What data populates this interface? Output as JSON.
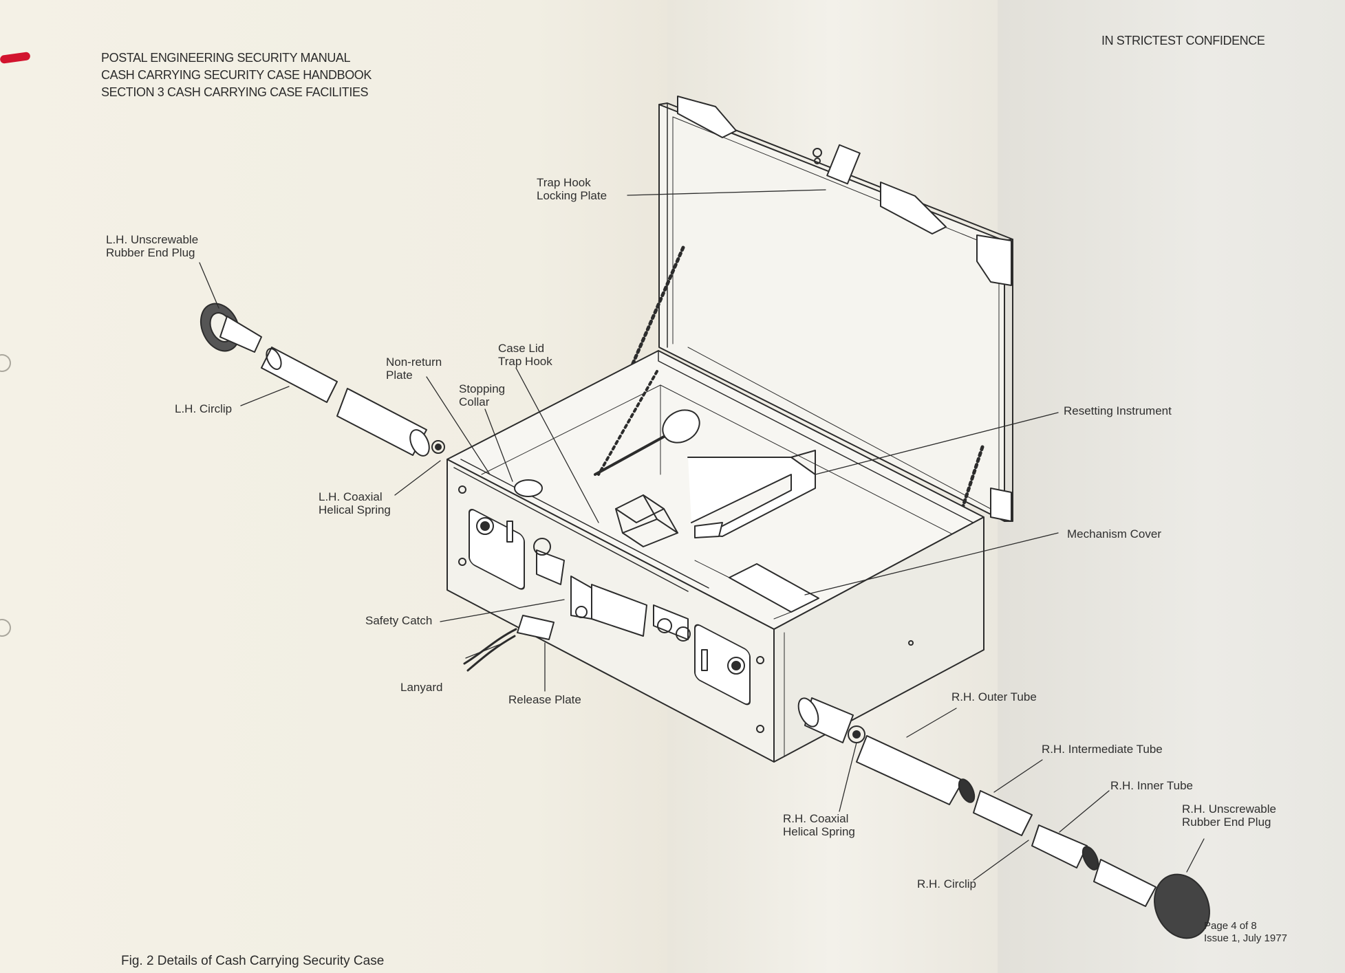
{
  "header": {
    "line1": "POSTAL ENGINEERING SECURITY MANUAL",
    "line2": "CASH CARRYING SECURITY CASE HANDBOOK",
    "line3": "SECTION 3    CASH CARRYING CASE FACILITIES",
    "classification": "IN STRICTEST CONFIDENCE"
  },
  "labels": {
    "trap_hook_locking_plate": [
      "Trap Hook",
      "Locking Plate"
    ],
    "lh_end_plug": [
      "L.H. Unscrewable",
      "Rubber End Plug"
    ],
    "non_return_plate": [
      "Non-return",
      "Plate"
    ],
    "case_lid_trap_hook": [
      "Case Lid",
      "Trap Hook"
    ],
    "stopping_collar": [
      "Stopping",
      "Collar"
    ],
    "lh_circlip": "L.H. Circlip",
    "lh_coaxial_spring": [
      "L.H. Coaxial",
      "Helical Spring"
    ],
    "resetting_instrument": "Resetting Instrument",
    "mechanism_cover": "Mechanism Cover",
    "safety_catch": "Safety Catch",
    "lanyard": "Lanyard",
    "release_plate": "Release Plate",
    "rh_outer_tube": "R.H. Outer Tube",
    "rh_intermediate_tube": "R.H. Intermediate Tube",
    "rh_inner_tube": "R.H. Inner Tube",
    "rh_coaxial_spring": [
      "R.H. Coaxial",
      "Helical Spring"
    ],
    "rh_end_plug": [
      "R.H. Unscrewable",
      "Rubber End Plug"
    ],
    "rh_circlip": "R.H. Circlip"
  },
  "footer": {
    "caption": "Fig. 2    Details of Cash Carrying Security Case",
    "page": "Page 4 of 8",
    "issue": "Issue 1, July 1977"
  }
}
